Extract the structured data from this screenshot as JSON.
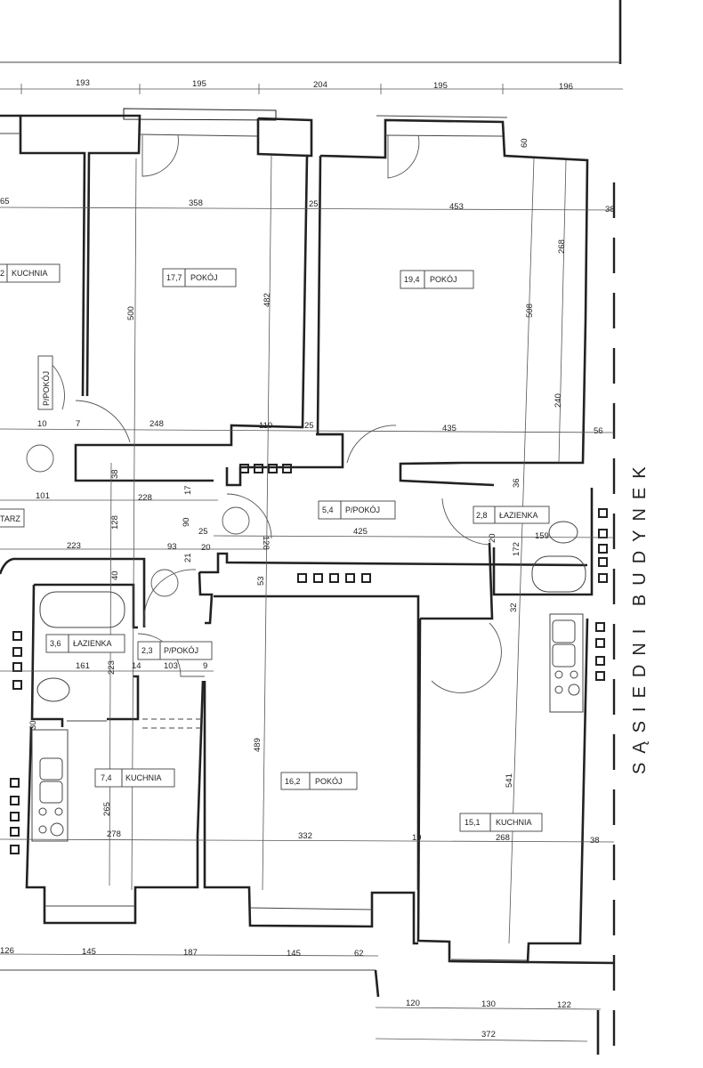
{
  "rooms": [
    {
      "area": "17,7",
      "name": "POKÓJ"
    },
    {
      "area": "19,4",
      "name": "POKÓJ"
    },
    {
      "area": "5,4",
      "name": "P/POKÓJ"
    },
    {
      "area": "2,8",
      "name": "ŁAZIENKA"
    },
    {
      "area": "3,6",
      "name": "ŁAZIENKA"
    },
    {
      "area": "2,3",
      "name": "P/POKÓJ"
    },
    {
      "area": "7,4",
      "name": "KUCHNIA"
    },
    {
      "area": "16,2",
      "name": "POKÓJ"
    },
    {
      "area": "15,1",
      "name": "KUCHNIA"
    },
    {
      "area": "2",
      "name": "KUCHNIA"
    },
    {
      "area": "",
      "name": "P/POKÓJ"
    },
    {
      "area": "",
      "name": "TARZ"
    }
  ],
  "neighbor_label": "SĄSIEDNI BUDYNEK",
  "dims": {
    "top": [
      "193",
      "195",
      "204",
      "195",
      "196"
    ],
    "row1": [
      "65",
      "358",
      "25",
      "453",
      "38"
    ],
    "vert1": [
      "500",
      "482",
      "508",
      "268",
      "240",
      "60"
    ],
    "row2": [
      "248",
      "110",
      "25",
      "435",
      "56",
      "7",
      "10"
    ],
    "mid": [
      "38",
      "101",
      "228",
      "17",
      "90",
      "25",
      "128",
      "128",
      "425",
      "36"
    ],
    "mid2": [
      "223",
      "93",
      "20",
      "21",
      "40",
      "53",
      "20",
      "159",
      "172",
      "32"
    ],
    "low": [
      "161",
      "223",
      "14",
      "103",
      "9"
    ],
    "low2": [
      "265",
      "278",
      "332",
      "489",
      "19",
      "541",
      "268",
      "38",
      "30"
    ],
    "bottom": [
      "126",
      "145",
      "187",
      "145",
      "62"
    ],
    "bottom2": [
      "120",
      "130",
      "122"
    ],
    "bottom3": [
      "372"
    ]
  }
}
